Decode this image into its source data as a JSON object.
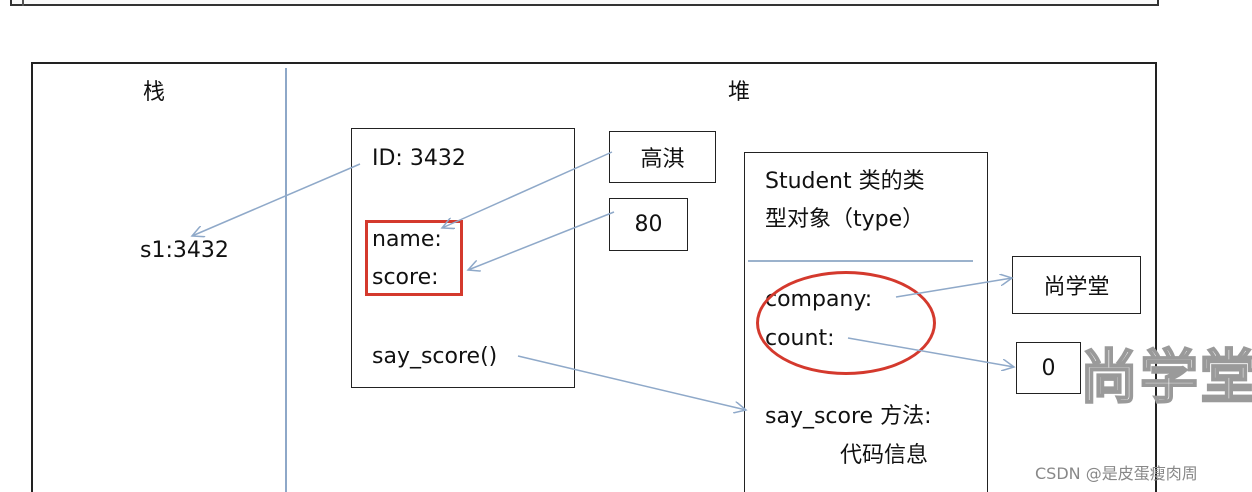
{
  "labels": {
    "stack": "栈",
    "heap": "堆"
  },
  "stack_var": "s1:3432",
  "object": {
    "id": "ID: 3432",
    "name_field": "name:",
    "score_field": "score:",
    "method": "say_score()"
  },
  "values": {
    "name": "高淇",
    "score": "80",
    "company": "尚学堂",
    "count": "0"
  },
  "type_object": {
    "title_line1": "Student 类的类",
    "title_line2": "型对象（type）",
    "company_field": "company:",
    "count_field": "count:",
    "method_line1": "say_score 方法:",
    "method_line2": "代码信息"
  },
  "watermark": "尚学堂",
  "credit": "CSDN @是皮蛋瘦肉周",
  "colors": {
    "arrow": "#8fa9c9",
    "highlight": "#d4392d",
    "divider": "#8ea8c8"
  }
}
